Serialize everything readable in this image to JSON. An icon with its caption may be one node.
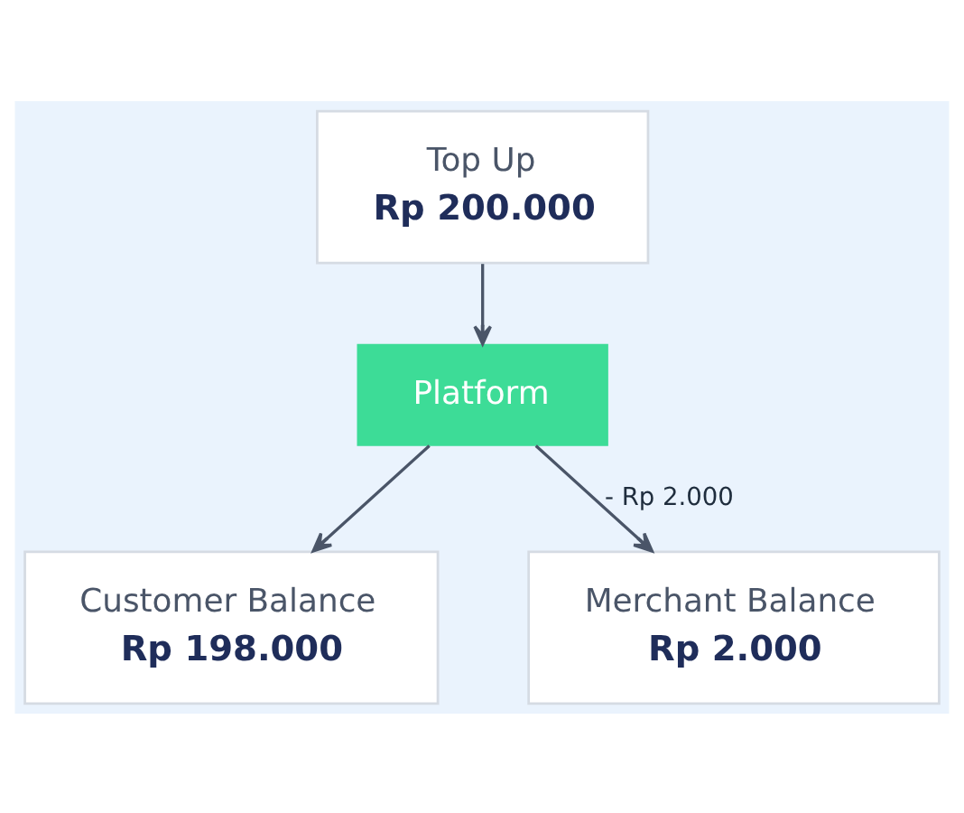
{
  "diagram": {
    "nodes": [
      {
        "text": [
          "Top Up",
          "Rp 200.000"
        ]
      },
      {
        "text": [
          "Platform"
        ]
      },
      {
        "text": [
          "Customer Balance",
          "Rp 198.000"
        ]
      },
      {
        "text": [
          "Merchant Balance",
          "Rp 2.000"
        ]
      }
    ],
    "edges": [
      {
        "from": 0,
        "to": 1,
        "arrow": "to"
      },
      {
        "from": 1,
        "to": 2,
        "arrow": "to"
      },
      {
        "from": 1,
        "to": 3,
        "arrow": "to",
        "label": "- Rp 2.000"
      }
    ]
  }
}
